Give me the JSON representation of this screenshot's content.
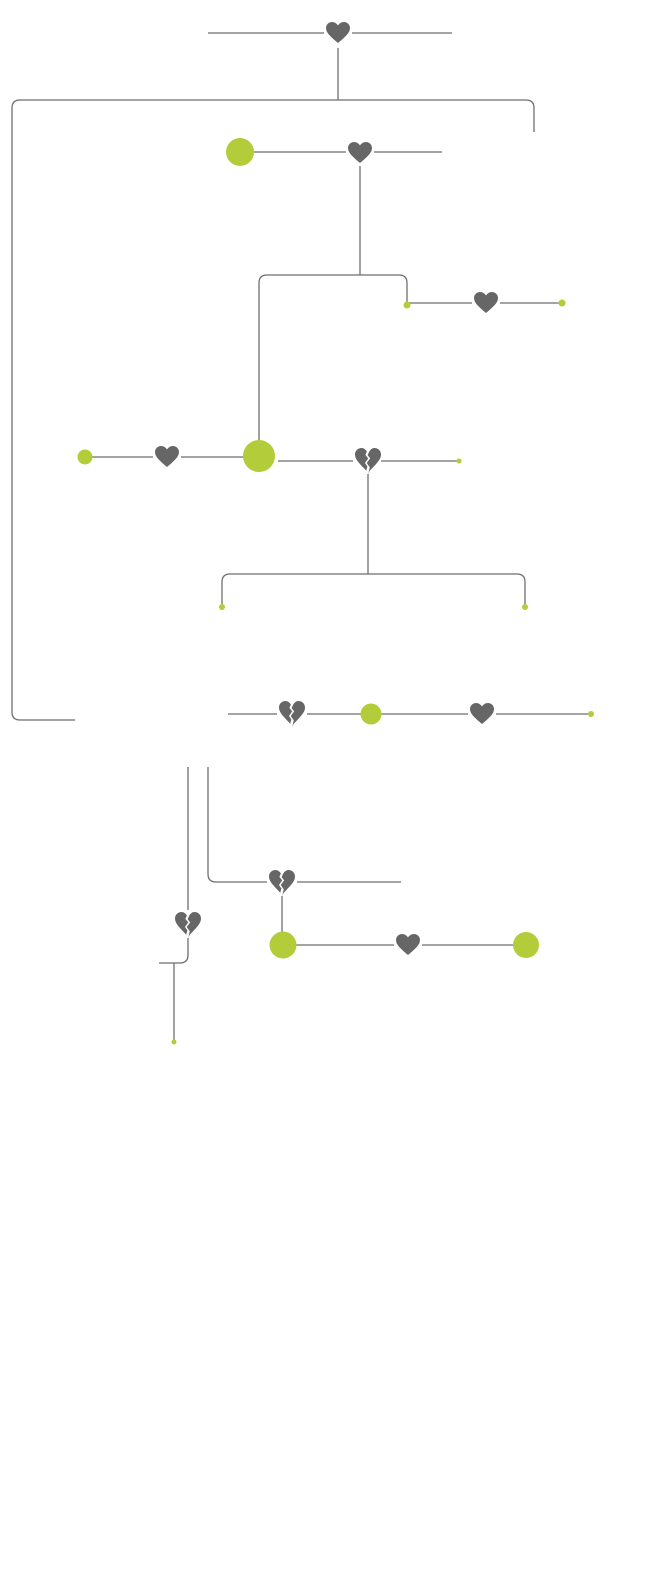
{
  "diagram": {
    "type": "family-tree",
    "colors": {
      "line": "#6e6e6e",
      "person_node": "#b3cc3a",
      "relationship_icon": "#666666",
      "background": "#ffffff"
    },
    "legend_icons": {
      "married": "heart-icon",
      "divorced": "broken-heart-icon",
      "person": "green-circle"
    },
    "text_labels": [],
    "relationships": [
      {
        "id": "r1",
        "status": "married"
      },
      {
        "id": "r2",
        "status": "married"
      },
      {
        "id": "r3",
        "status": "married"
      },
      {
        "id": "r4",
        "status": "married"
      },
      {
        "id": "r5",
        "status": "divorced"
      },
      {
        "id": "r6",
        "status": "divorced"
      },
      {
        "id": "r7",
        "status": "married"
      },
      {
        "id": "r8",
        "status": "divorced"
      },
      {
        "id": "r9",
        "status": "divorced"
      },
      {
        "id": "r10",
        "status": "married"
      }
    ]
  }
}
